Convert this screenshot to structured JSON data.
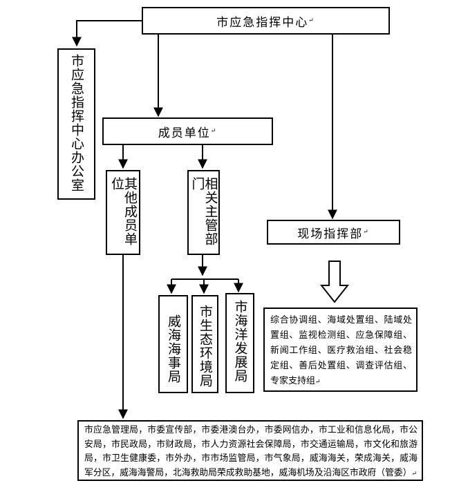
{
  "diagram": {
    "top_node": "市应急指挥中心",
    "office_node": "市应急指挥中心办公室",
    "member_node": "成员单位",
    "other_members_node": "其他成员单位",
    "related_depts_node": "相关主管部门",
    "field_command_node": "现场指挥部",
    "maritime_node": "威海海事局",
    "ecology_node": "市生态环境局",
    "ocean_node": "市海洋发展局",
    "field_groups_text": "综合协调组、海域处置组、陆域处置组、监视检测组、应急保障组、新闻工作组、医疗救治组、社会稳定组、善后处置组、调查评估组、专家支持组",
    "other_units_list_text": "市应急管理局，市委宣传部，市委港澳台办，市委网信办，市工业和信息化局，市公安局，市民政局，市财政局，市人力资源社会保障局，市交通运输局，市文化和旅游局，市卫生健康委，市外办，市市场监管局，市气象局，威海海关，荣成海关，威海军分区，威海海警局，北海救助局荣成救助基地，威海机场及沿海区市政府（管委）"
  }
}
